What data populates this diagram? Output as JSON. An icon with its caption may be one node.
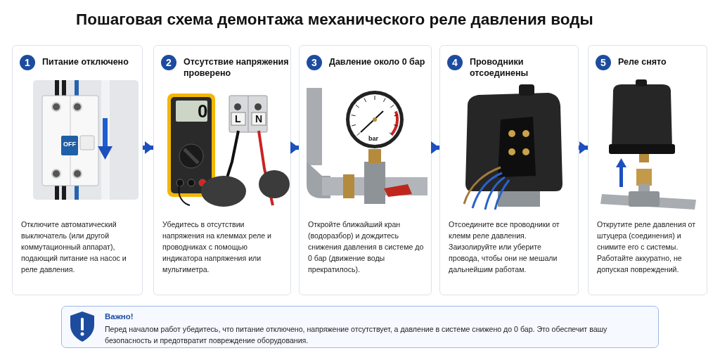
{
  "diagram": {
    "title": "Пошаговая схема демонтажа механического реле давления воды",
    "nodes": [
      {
        "text": [
          "Питание отключено",
          "Отключите автоматический выключатель (или другой коммутационный аппарат), подающий питание на насос и реле давления."
        ]
      },
      {
        "text": [
          "1"
        ],
        "in": 0
      },
      {
        "text": [
          "Отсутствие напряжения проверено",
          "Убедитесь в отсутствии напряжения на клеммах реле и проводниках с помощью индикатора напряжения или мультиметра."
        ]
      },
      {
        "text": [
          "2"
        ],
        "in": 2
      },
      {
        "text": [
          "Давление около 0 бар",
          "Откройте ближайший кран (водоразбор) и дождитесь снижения давления в системе до 0 бар (движение воды прекратилось)."
        ]
      },
      {
        "text": [
          "3"
        ],
        "in": 4
      },
      {
        "text": [
          "Проводники отсоединены",
          "Отсоедините все проводники от клемм реле давления. Заизолируйте или уберите провода, чтобы они не мешали дальнейшим работам."
        ]
      },
      {
        "text": [
          "4"
        ],
        "in": 6
      },
      {
        "text": [
          "Реле снято",
          "Открутите реле давления от штуцера (соединения) и снимите его с системы. Работайте аккуратно, не допуская повреждений."
        ]
      },
      {
        "text": [
          "5"
        ],
        "in": 8
      },
      {
        "text": [
          "Важно!",
          "Перед началом работ убедитесь, что питание отключено, напряжение отсутствует, а давление в системе снижено до 0 бар. Это обеспечит вашу безопасность и предотвратит повреждение оборудования."
        ]
      }
    ],
    "edges": [
      {
        "from": 0,
        "to": 2,
        "arrow": "to"
      },
      {
        "from": 2,
        "to": 4,
        "arrow": "to"
      },
      {
        "from": 4,
        "to": 6,
        "arrow": "to"
      },
      {
        "from": 6,
        "to": 8,
        "arrow": "to"
      }
    ],
    "labels": [
      "OFF",
      "0",
      "L",
      "N",
      "bar"
    ]
  }
}
